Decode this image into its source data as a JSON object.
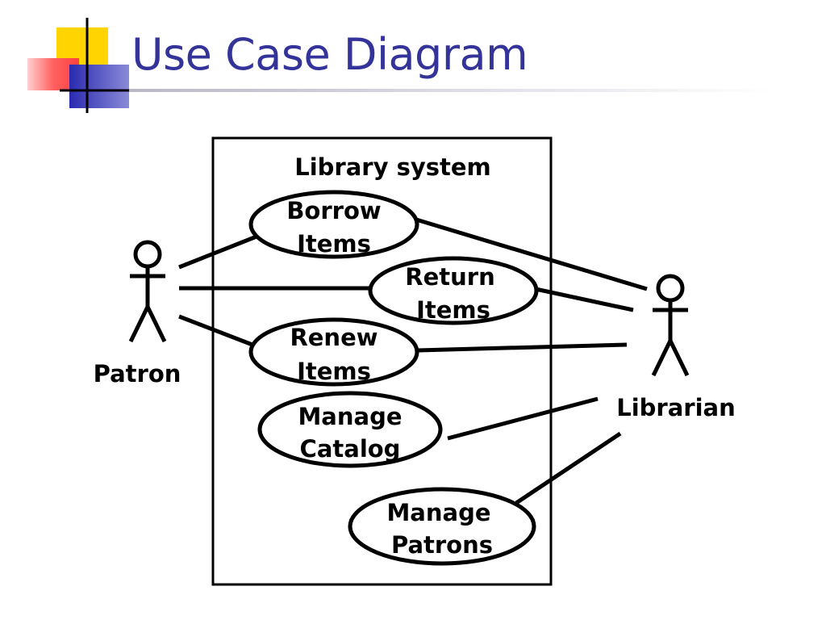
{
  "slide": {
    "title": "Use Case Diagram"
  },
  "diagram": {
    "system_label": "Library system",
    "actors": {
      "patron": "Patron",
      "librarian": "Librarian"
    },
    "use_cases": {
      "borrow": [
        "Borrow",
        "Items"
      ],
      "return": [
        "Return",
        "Items"
      ],
      "renew": [
        "Renew",
        "Items"
      ],
      "catalog": [
        "Manage",
        "Catalog"
      ],
      "patrons": [
        "Manage",
        "Patrons"
      ]
    }
  },
  "colors": {
    "title": "#33339a",
    "deco_yellow": "#ffd400",
    "deco_red": "#ff5555",
    "deco_blue": "#3a3ab8",
    "line": "#000000"
  }
}
